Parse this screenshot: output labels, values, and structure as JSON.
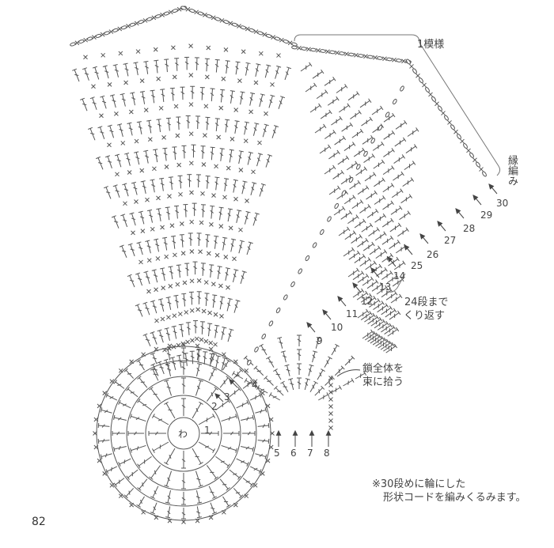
{
  "labels": {
    "pattern_repeat": "1模様",
    "edging": "縁編み",
    "repeat_to": "24段まで",
    "repeat_note": "くり返す",
    "chain_pickup_1": "鎖全体を",
    "chain_pickup_2": "束に拾う",
    "center_ring": "わ",
    "note_line1": "※30段めに輪にした",
    "note_line2": "形状コードを編みくるみます。",
    "page_number": "82"
  },
  "row_numbers": [
    "1",
    "2",
    "3",
    "4",
    "5",
    "6",
    "7",
    "8",
    "9",
    "10",
    "11",
    "12",
    "13",
    "14",
    "25",
    "26",
    "27",
    "28",
    "29",
    "30"
  ],
  "colors": {
    "ink": "#444444",
    "paper": "#ffffff"
  }
}
